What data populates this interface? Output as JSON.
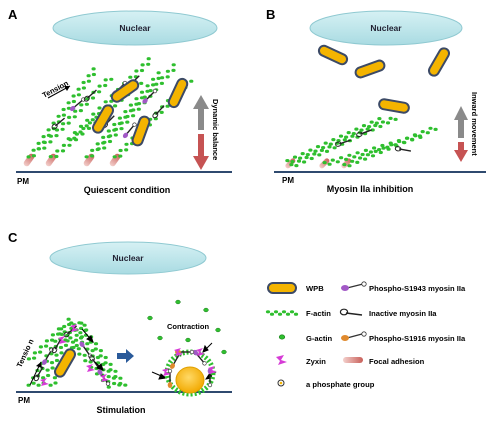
{
  "colors": {
    "nucleus_fill": "#bde5ea",
    "nucleus_stroke": "#8fc9d1",
    "f_actin": "#2fbf2f",
    "wpb_fill": "#f4b400",
    "wpb_stroke": "#3c4a66",
    "membrane": "#2f4a6f",
    "zyxin": "#d63bd6",
    "myosin_phospho_s1943": "#a259c6",
    "myosin_phospho_s1916": "#e08a2e",
    "balance_up": "#8a8a8a",
    "balance_down": "#c65353",
    "focal_adhesion": "#e0a4a0",
    "stimulation_arrow": "#2a5a9a"
  },
  "panels": {
    "A": {
      "letter": "A",
      "nucleus_label": "Nuclear",
      "tension_label": "Tension",
      "side_label": "Dynamic balance",
      "pm_label": "PM",
      "caption": "Quiescent condition"
    },
    "B": {
      "letter": "B",
      "nucleus_label": "Nuclear",
      "side_label": "Inward movement",
      "pm_label": "PM",
      "caption": "Myosin IIa inhibition"
    },
    "C": {
      "letter": "C",
      "nucleus_label": "Nuclear",
      "tension_label": "Tensio\nn",
      "contraction_label": "Contraction",
      "pm_label": "PM",
      "caption": "Stimulation"
    }
  },
  "legend": [
    {
      "icon": "wpb-icon",
      "label": "WPB"
    },
    {
      "icon": "phospho-s1943-myosin-icon",
      "label": "Phospho-S1943 myosin IIa"
    },
    {
      "icon": "f-actin-icon",
      "label": "F-actin"
    },
    {
      "icon": "inactive-myosin-icon",
      "label": "Inactive myosin IIa"
    },
    {
      "icon": "g-actin-icon",
      "label": "G-actin"
    },
    {
      "icon": "phospho-s1916-myosin-icon",
      "label": "Phospho-S1916 myosin IIa"
    },
    {
      "icon": "zyxin-icon",
      "label": "Zyxin"
    },
    {
      "icon": "focal-adhesion-icon",
      "label": "Focal adhesion"
    },
    {
      "icon": "phosphate-group-icon",
      "label": "a phosphate group"
    }
  ]
}
